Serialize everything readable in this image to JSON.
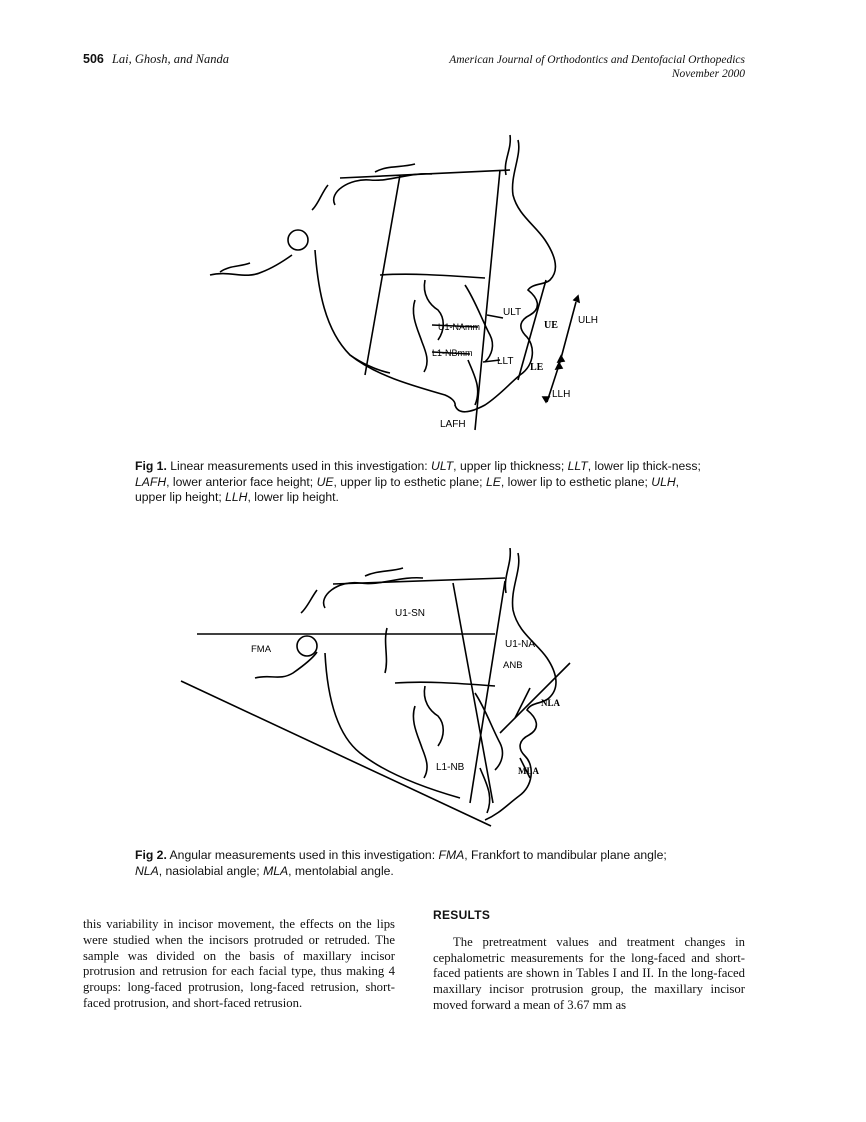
{
  "header": {
    "page_number": "506",
    "authors": "Lai, Ghosh, and Nanda",
    "journal": "American Journal of Orthodontics and Dentofacial Orthopedics",
    "date": "November 2000"
  },
  "figure1": {
    "labels": {
      "ult": "ULT",
      "ue": "UE",
      "ulh": "ULH",
      "u1_na": "U1-NAmm",
      "l1_nb": "L1-NBmm",
      "llt": "LLT",
      "le": "LE",
      "llh": "LLH",
      "lafh": "LAFH"
    },
    "caption": {
      "number": "Fig 1.",
      "text_a": " Linear measurements used in this investigation: ",
      "t1": "ULT",
      "d1": ", upper lip thickness; ",
      "t2": "LLT",
      "d2": ", lower lip thick-ness; ",
      "t3": "LAFH",
      "d3": ", lower anterior face height; ",
      "t4": "UE",
      "d4": ", upper lip to esthetic plane; ",
      "t5": "LE",
      "d5": ", lower lip to esthetic plane; ",
      "t6": "ULH",
      "d6": ", upper lip height; ",
      "t7": "LLH",
      "d7": ", lower lip height."
    }
  },
  "figure2": {
    "labels": {
      "u1_sn": "U1-SN",
      "fma": "FMA",
      "u1_na": "U1-NA",
      "anb": "ANB",
      "nla": "NLA",
      "l1_nb": "L1-NB",
      "mla": "MLA"
    },
    "caption": {
      "number": "Fig 2.",
      "text_a": " Angular measurements used in this investigation: ",
      "t1": "FMA",
      "d1": ", Frankfort to mandibular plane angle;",
      "t2": "NLA",
      "d2": ", nasiolabial angle; ",
      "t3": "MLA",
      "d3": ", mentolabial angle."
    }
  },
  "left_column": {
    "paragraph": "this variability in incisor movement, the effects on the lips were studied when the incisors protruded or retruded. The sample was divided on the basis of maxillary incisor protrusion and retrusion for each facial type, thus making 4 groups: long-faced protrusion, long-faced retrusion, short-faced protrusion, and short-faced retrusion."
  },
  "right_column": {
    "heading": "RESULTS",
    "paragraph": "The pretreatment values and treatment changes in cephalometric measurements for the long-faced and short-faced patients are shown in Tables I and II. In the long-faced maxillary incisor protrusion group, the maxillary incisor moved forward a mean of 3.67 mm as"
  }
}
